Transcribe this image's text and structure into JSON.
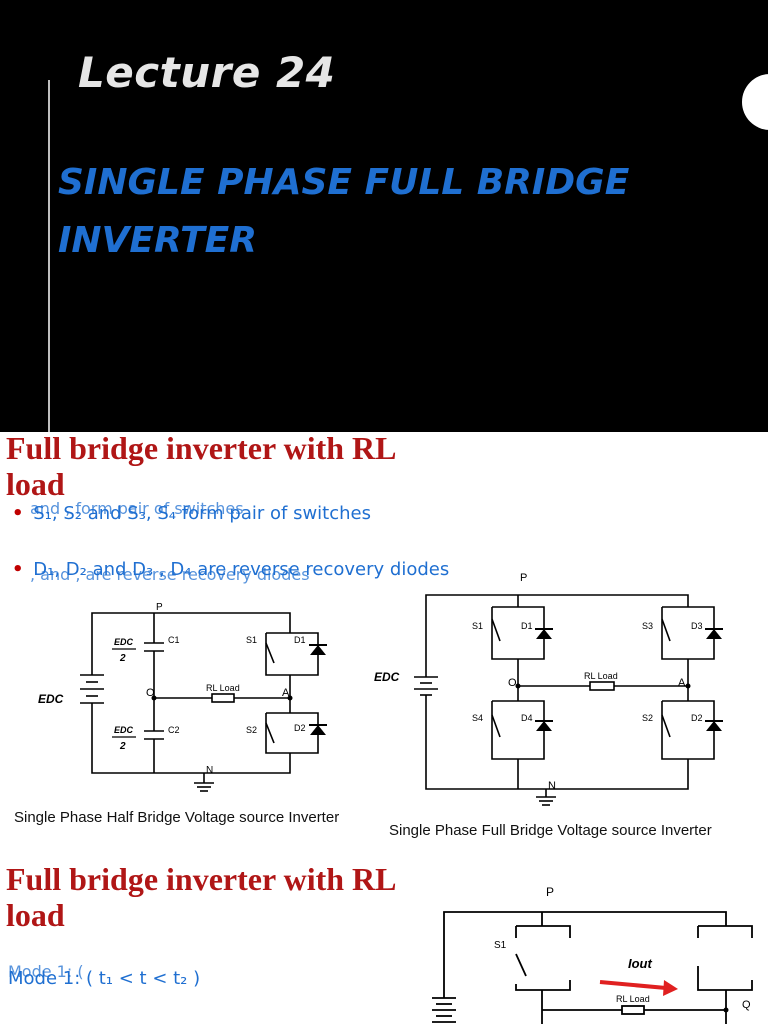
{
  "slide1": {
    "lecture": "Lecture 24",
    "title_line1": "SINGLE PHASE FULL BRIDGE",
    "title_line2": "INVERTER"
  },
  "slide2": {
    "heading_line1": "Full bridge inverter with RL",
    "heading_line2": "load",
    "bullet1_ghost": "and , form pair of switches",
    "bullet1_text": "S₁, S₂ and S₃, S₄ form pair of switches",
    "bullet2_ghost": ", and , are reverse recovery diodes",
    "bullet2_text": "D₁, D₂ and D₃ , D₄ are reverse recovery diodes",
    "half_bridge": {
      "caption": "Single Phase Half Bridge Voltage source Inverter",
      "source_label": "EDC",
      "cap_top_num": "EDC",
      "cap_den": "2",
      "c1": "C1",
      "c2": "C2",
      "s1": "S1",
      "s2": "S2",
      "d1": "D1",
      "d2": "D2",
      "p": "P",
      "n": "N",
      "o": "O",
      "a": "A",
      "load": "RL Load"
    },
    "full_bridge": {
      "caption": "Single Phase Full Bridge Voltage source Inverter",
      "source_label": "EDC",
      "s1": "S1",
      "s2": "S2",
      "s3": "S3",
      "s4": "S4",
      "d1": "D1",
      "d2": "D2",
      "d3": "D3",
      "d4": "D4",
      "p": "P",
      "n": "N",
      "o": "O",
      "a": "A",
      "load": "RL Load"
    }
  },
  "slide3": {
    "heading_line1": "Full bridge inverter with RL",
    "heading_line2": "load",
    "mode_ghost": "Mode 1: (",
    "mode_text": "Mode 1: ( t₁ < t < t₂ )",
    "circuit": {
      "p": "P",
      "s1": "S1",
      "iout": "Iout",
      "load": "RL Load",
      "q": "Q"
    }
  }
}
